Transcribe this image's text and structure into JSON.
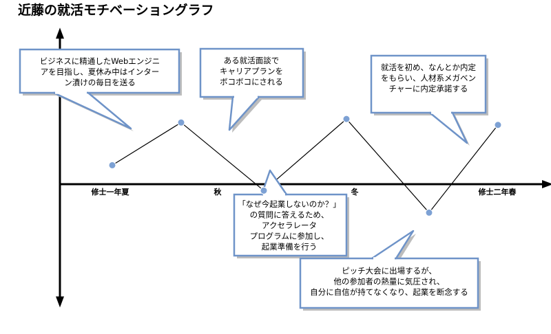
{
  "chart_data": {
    "type": "line",
    "title": "近藤の就活モチベーショングラフ",
    "xlabel": "",
    "ylabel": "",
    "categories": [
      "修士一年夏",
      "秋",
      "冬",
      "修士二年春"
    ],
    "points": [
      {
        "x": 0.0,
        "y": 0.8
      },
      {
        "x": 0.5,
        "y": 2.6
      },
      {
        "x": 1.1,
        "y": -0.27
      },
      {
        "x": 1.7,
        "y": 2.75
      },
      {
        "x": 2.3,
        "y": -1.2
      },
      {
        "x": 2.8,
        "y": 2.5
      }
    ],
    "annotations": [
      {
        "lines": [
          "ビジネスに精通したWebエンジニ",
          "アを目指し、夏休み中はインター",
          "ン漬けの毎日を送る"
        ],
        "point_index": 0
      },
      {
        "lines": [
          "ある就活面談で",
          "キャリアプランを",
          "ボコボコにされる"
        ],
        "point_index": 2
      },
      {
        "lines": [
          "就活を初め、なんとか内定",
          "をもらい、人材系メガベン",
          "チャーに内定承諾する"
        ],
        "point_index": 5
      },
      {
        "lines": [
          "「なぜ今起業しないのか？」",
          "の質問に答えるため、",
          "アクセラレータ",
          "プログラムに参加し、",
          "起業準備を行う"
        ],
        "point_index": 3
      },
      {
        "lines": [
          "ピッチ大会に出場するが、",
          "他の参加者の熱量に気圧され、",
          "自分に自信が持てなくなり、起業を断念する"
        ],
        "point_index": 4
      }
    ],
    "ylim": [
      -5.2,
      6.6
    ],
    "xlim": [
      -0.38,
      3.2
    ],
    "grid": false,
    "colors": {
      "marker": "#7da1d4",
      "callout_border": "#6e93c8",
      "line": "#000000",
      "axis": "#000000"
    }
  }
}
